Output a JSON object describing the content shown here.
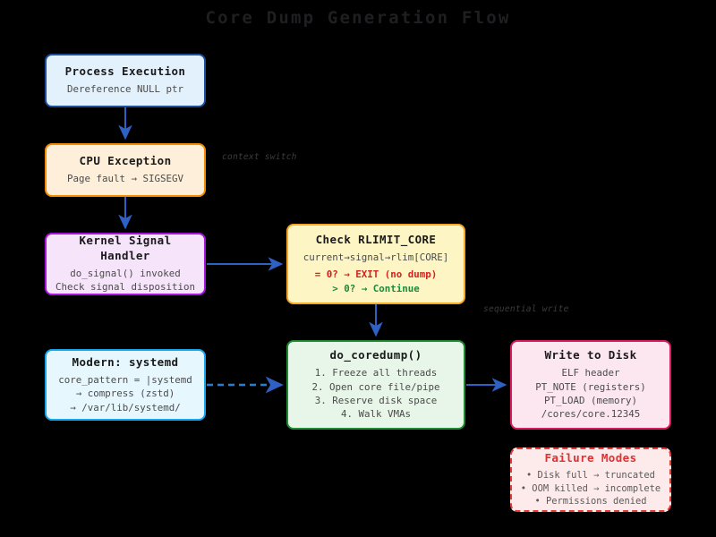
{
  "title": "Core Dump Generation Flow",
  "theme": {
    "background": "#000000",
    "title_color": "#1f1f22",
    "arrow_color": "#2f61c4",
    "accent_red": "#d32020",
    "accent_green": "#1a8a3c"
  },
  "nodes": {
    "process_execution": {
      "title": "Process Execution",
      "lines": [
        "Dereference NULL ptr"
      ],
      "border": "#1b4f9c",
      "fill": "#e3f1fd"
    },
    "cpu_exception": {
      "title": "CPU Exception",
      "lines": [
        "Page fault → SIGSEGV"
      ],
      "border": "#f38a00",
      "fill": "#fdefd9"
    },
    "kernel_signal_handler": {
      "title": "Kernel Signal Handler",
      "lines": [
        "do_signal() invoked",
        "Check signal disposition"
      ],
      "border": "#a913e0",
      "fill": "#f6e4fb"
    },
    "modern_systemd": {
      "title": "Modern: systemd",
      "lines": [
        "core_pattern = |systemd",
        "→ compress (zstd)",
        "→ /var/lib/systemd/"
      ],
      "border": "#15a6ef",
      "fill": "#e7f7fe"
    },
    "check_rlimit_core": {
      "title": "Check RLIMIT_CORE",
      "lines": [
        "current→signal→rlim[CORE]"
      ],
      "exit_line": "= 0? → EXIT (no dump)",
      "continue_line": "> 0? → Continue",
      "border": "#f9a825",
      "fill": "#fdf6c4"
    },
    "do_coredump": {
      "title": "do_coredump()",
      "lines": [
        "1. Freeze all threads",
        "2. Open core file/pipe",
        "3. Reserve disk space",
        "4. Walk VMAs"
      ],
      "border": "#1e8b33",
      "fill": "#e7f6e8"
    },
    "write_to_disk": {
      "title": "Write to Disk",
      "lines": [
        "ELF header",
        "PT_NOTE (registers)",
        "PT_LOAD (memory)",
        "/cores/core.12345"
      ],
      "border": "#d81b60",
      "fill": "#fce7f0"
    },
    "failure_modes": {
      "title": "Failure Modes",
      "lines": [
        "• Disk full → truncated",
        "• OOM killed → incomplete",
        "• Permissions denied"
      ],
      "border": "#e53935",
      "fill": "#fdeaea"
    }
  },
  "edge_labels": {
    "context_switch": "context switch",
    "sequential_write": "sequential write"
  },
  "edges": [
    {
      "name": "process-to-cpu",
      "style": "solid"
    },
    {
      "name": "cpu-to-kernel",
      "style": "solid"
    },
    {
      "name": "kernel-to-rlimit",
      "style": "solid"
    },
    {
      "name": "rlimit-to-coredump",
      "style": "solid"
    },
    {
      "name": "systemd-to-coredump",
      "style": "dashed"
    },
    {
      "name": "coredump-to-write",
      "style": "solid"
    }
  ]
}
